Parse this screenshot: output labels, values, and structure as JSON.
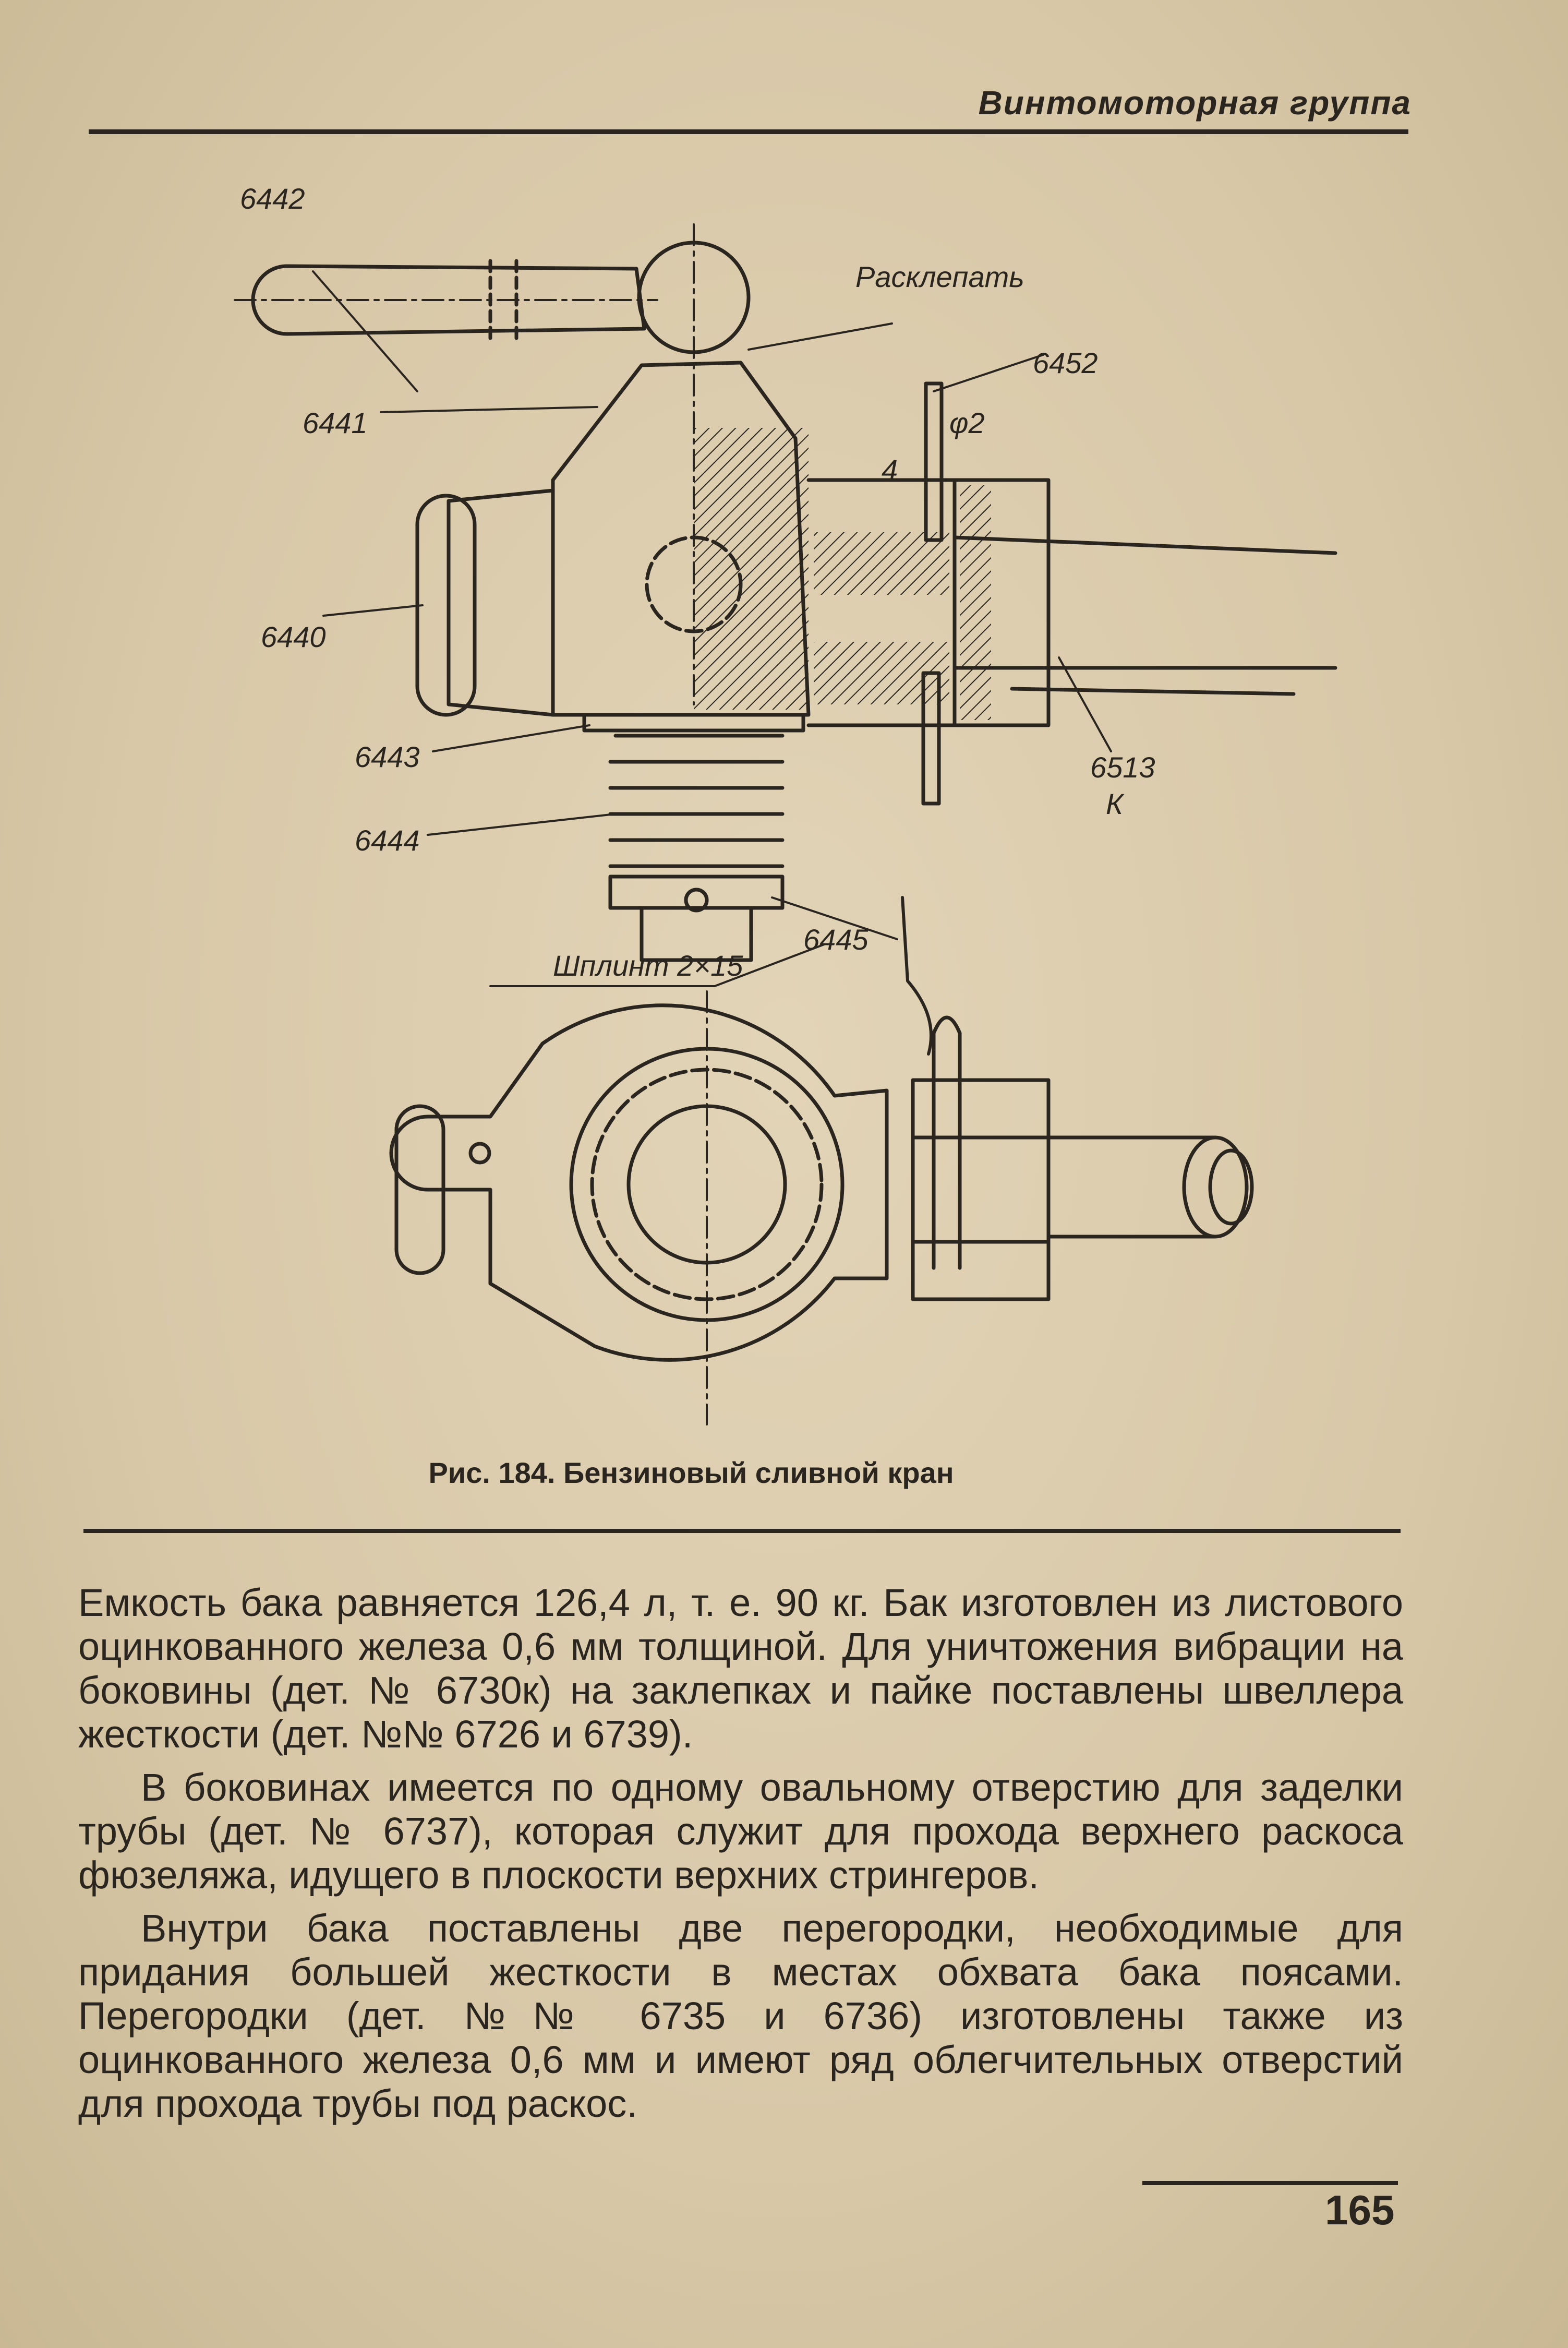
{
  "header": {
    "title": "Винтомоторная группа"
  },
  "figure": {
    "labels": {
      "l6442": "6442",
      "rasklepat": "Расклепать",
      "l6452": "6452",
      "phi2": "φ2",
      "l4": "4",
      "l6441": "6441",
      "l6440": "6440",
      "l6443": "6443",
      "l6444": "6444",
      "l6445": "6445",
      "l6513": "6513",
      "lK": "К",
      "shplint": "Шплинт 2×15"
    },
    "caption": "Рис. 184. Бензиновый сливной кран"
  },
  "body": {
    "paragraphs": [
      "Емкость бака равняется 126,4 л, т. е. 90 кг. Бак изготовлен из листового оцинкованного железа 0,6 мм толщиной. Для уничтожения вибрации на боковины (дет. № 6730к) на заклепках и пайке поставлены швеллера жесткости (дет. №№ 6726 и 6739).",
      "В боковинах имеется по одному овальному отверстию для заделки трубы (дет. № 6737), которая служит для прохода верхнего раскоса фюзеляжа, идущего в плоскости верхних стрингеров.",
      "Внутри бака поставлены две перегородки, необходимые для придания большей жесткости в местах обхвата бака поясами. Перегородки (дет. №№ 6735 и 6736) изготовлены также из оцинкованного железа 0,6 мм и имеют ряд облегчительных отверстий для прохода трубы под раскос."
    ]
  },
  "footer": {
    "page_number": "165"
  }
}
